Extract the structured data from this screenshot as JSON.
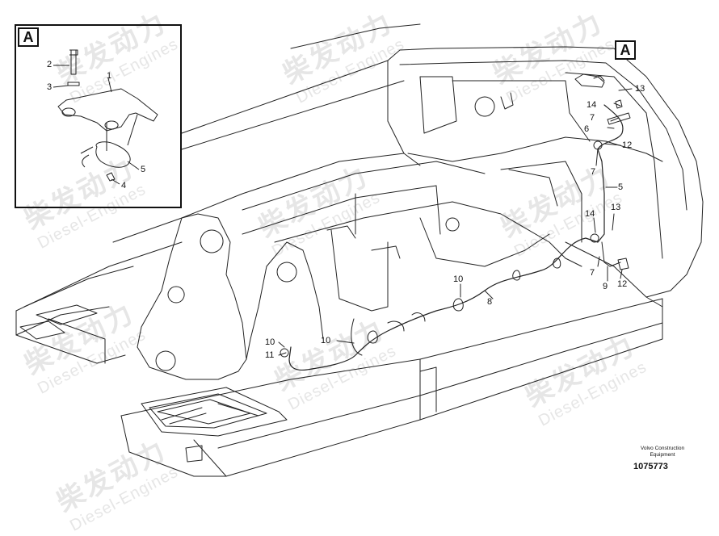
{
  "watermark": {
    "cn": "柴发动力",
    "en": "Diesel-Engines"
  },
  "inset_label": "A",
  "view_label": "A",
  "inset_callouts": [
    "1",
    "2",
    "3",
    "4",
    "5"
  ],
  "main_callouts": [
    "13",
    "14",
    "7",
    "6",
    "12",
    "7",
    "5",
    "14",
    "13",
    "7",
    "9",
    "12",
    "10",
    "8",
    "10",
    "10",
    "11"
  ],
  "footer": {
    "line1": "Volvo Construction",
    "line2": "Equipment",
    "drawing_number": "1075773"
  },
  "colors": {
    "line": "#222222",
    "watermark": "#e6e6e6"
  }
}
